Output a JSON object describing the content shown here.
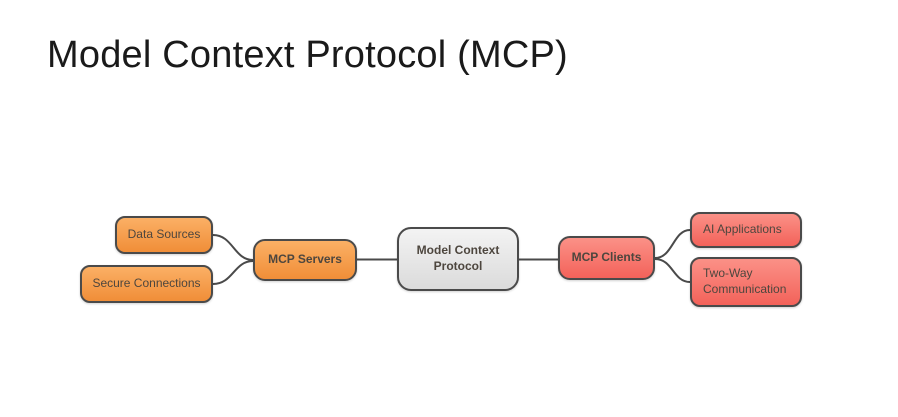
{
  "slide": {
    "title": "Model Context Protocol (MCP)"
  },
  "diagram": {
    "root": {
      "label": "Model Context Protocol"
    },
    "servers_hub": {
      "label": "MCP Servers"
    },
    "clients_hub": {
      "label": "MCP Clients"
    },
    "server_leaves": [
      {
        "label": "Data Sources"
      },
      {
        "label": "Secure Connections"
      }
    ],
    "client_leaves": [
      {
        "label": "AI Applications"
      },
      {
        "label": "Two-Way Communication"
      }
    ]
  },
  "colors": {
    "orange_top": "#FBB065",
    "orange_bottom": "#F08E38",
    "red_top": "#FB9187",
    "red_bottom": "#F3625A",
    "gray_top": "#F3F3F3",
    "gray_bottom": "#DBDBDB",
    "node_border": "#4A4A4A",
    "connector": "#4A4A4A",
    "node_text": "#4D463E",
    "title_text": "#1A1A1A",
    "background": "#FFFFFF"
  }
}
